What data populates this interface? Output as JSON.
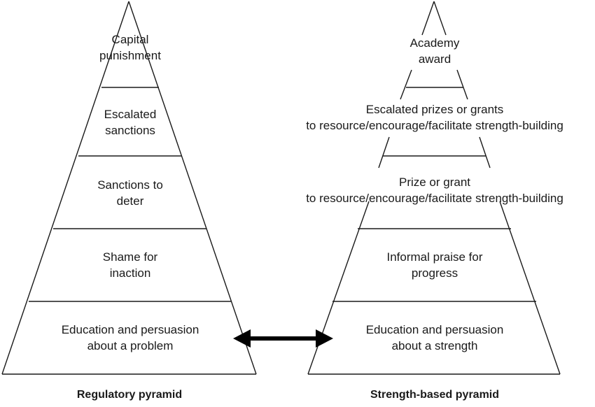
{
  "colors": {
    "stroke": "#1a1a1a",
    "arrow": "#000000"
  },
  "regulatory": {
    "title": "Regulatory pyramid",
    "levels": [
      {
        "line1": "Capital",
        "line2": "punishment"
      },
      {
        "line1": "Escalated",
        "line2": "sanctions"
      },
      {
        "line1": "Sanctions to",
        "line2": "deter"
      },
      {
        "line1": "Shame for",
        "line2": "inaction"
      },
      {
        "line1": "Education and persuasion",
        "line2": "about a problem"
      }
    ]
  },
  "strength": {
    "title": "Strength-based pyramid",
    "levels": [
      {
        "line1": "Academy",
        "line2": "award"
      },
      {
        "line1": "Escalated prizes or grants",
        "line2": "to resource/encourage/facilitate strength-building"
      },
      {
        "line1": "Prize or grant",
        "line2": "to resource/encourage/facilitate strength-building"
      },
      {
        "line1": "Informal praise for",
        "line2": "progress"
      },
      {
        "line1": "Education and persuasion",
        "line2": "about a strength"
      }
    ]
  },
  "connector": {
    "type": "double-headed-arrow"
  }
}
